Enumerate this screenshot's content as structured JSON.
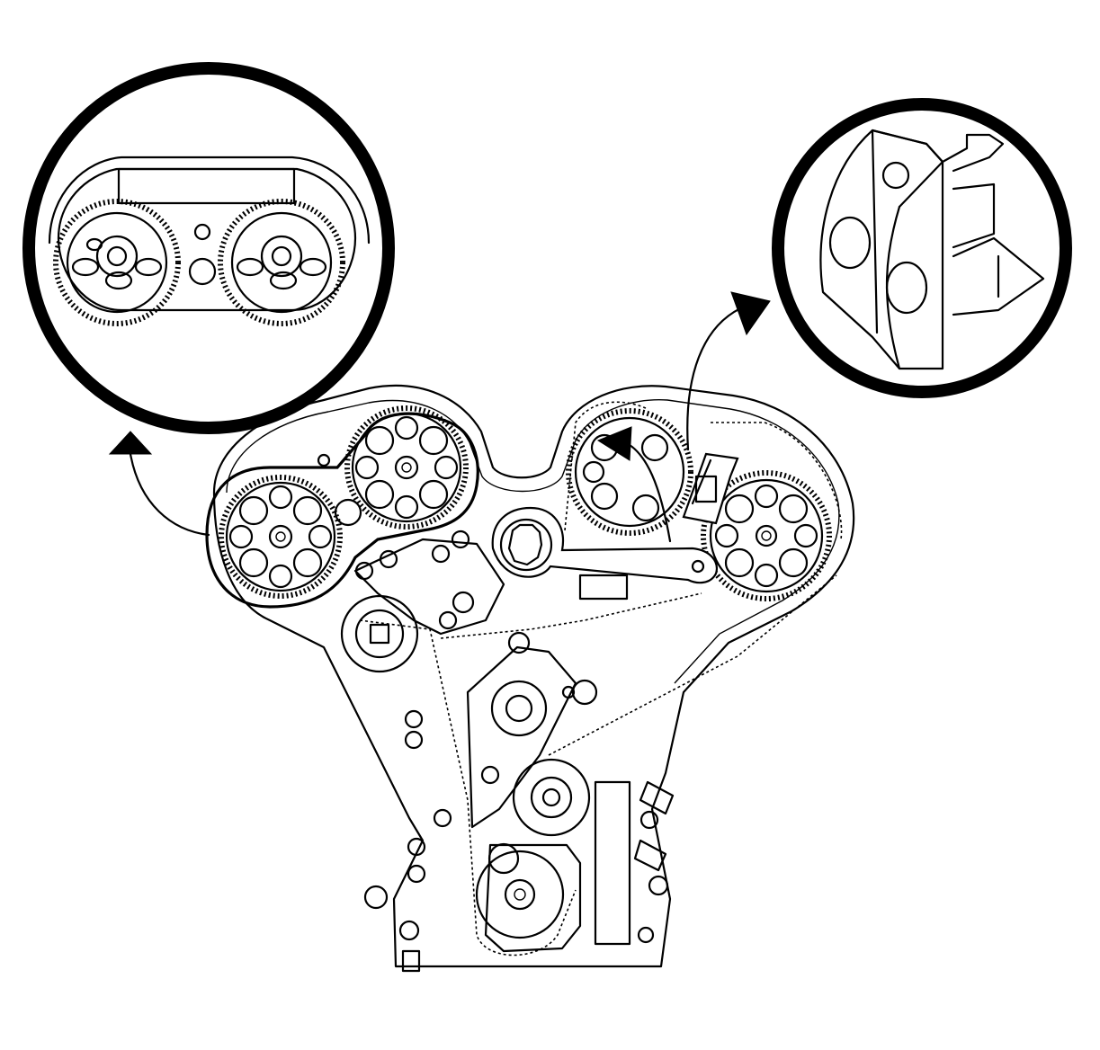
{
  "diagram": {
    "components": [
      {
        "id": "timing-cover",
        "icon": "engine-front-cover-outline"
      },
      {
        "id": "left-camshaft-sprockets",
        "icon": "twin-cam-sprockets"
      },
      {
        "id": "right-camshaft-sprockets",
        "icon": "twin-cam-sprockets"
      },
      {
        "id": "crankshaft-sprocket",
        "icon": "crank-sprocket"
      },
      {
        "id": "timing-belt",
        "icon": "toothed-belt"
      },
      {
        "id": "belt-tensioner",
        "icon": "tensioner-pulley"
      },
      {
        "id": "idler-pulley",
        "icon": "idler-pulley"
      },
      {
        "id": "holding-tool",
        "icon": "camshaft-holding-wrench"
      },
      {
        "id": "locking-tool",
        "icon": "camshaft-locking-tool"
      }
    ],
    "callouts": [
      {
        "id": "callout-left",
        "icon": "magnified-cam-sprockets-detail",
        "points_to": "left-camshaft-sprockets"
      },
      {
        "id": "callout-right",
        "icon": "magnified-locking-tool-detail",
        "points_to": "locking-tool"
      }
    ],
    "line_color": "#000000",
    "background_color": "#ffffff"
  }
}
